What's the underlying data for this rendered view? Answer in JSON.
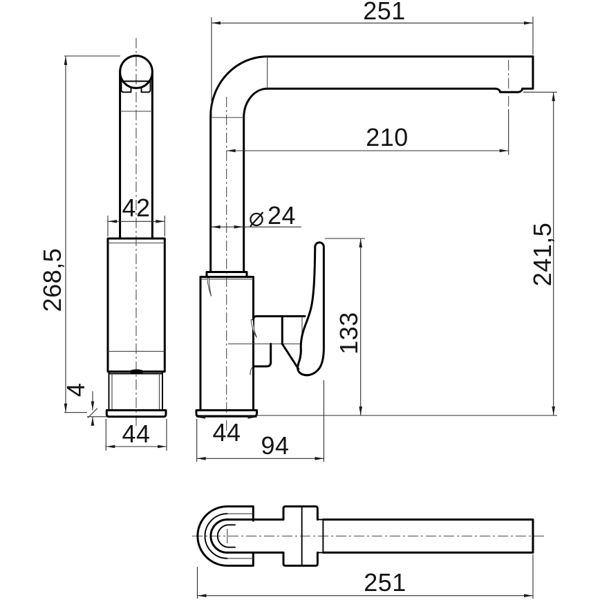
{
  "meta": {
    "drawing_type": "faucet dimensional technical drawing",
    "units": "mm",
    "views": [
      "side view",
      "front view",
      "top view"
    ],
    "line_color": "#000000",
    "background_color": "#ffffff"
  },
  "labels": {
    "spout_total_reach": "251",
    "spout_axis_reach": "210",
    "spout_tube_diameter_symbol": "⌀",
    "spout_tube_diameter_value": "24",
    "outlet_height": "241,5",
    "handle_top_height": "133",
    "overall_height": "268,5",
    "body_width": "42",
    "base_plate_thickness": "4",
    "base_width_side_view": "44",
    "base_width_front_view": "44",
    "handle_reach": "94",
    "overall_length_top_view": "251"
  }
}
